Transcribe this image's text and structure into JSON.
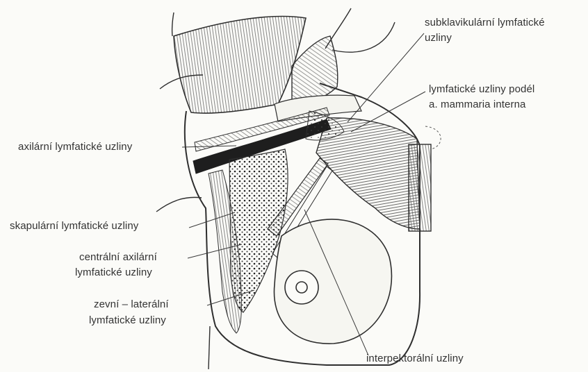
{
  "labels": {
    "subclavian_line1": "subklavikulární lymfatické",
    "subclavian_line2": "uzliny",
    "mammaria_line1": "lymfatické uzliny podél",
    "mammaria_line2": "a. mammaria interna",
    "axillary": "axilární lymfatické uzliny",
    "scapular": "skapulární lymfatické uzliny",
    "central_line1": "centrální axilární",
    "central_line2": "lymfatické uzliny",
    "external_line1": "zevní – laterální",
    "external_line2": "lymfatické uzliny",
    "interpectoral": "interpektorální uzliny"
  },
  "colors": {
    "ink": "#2e2e2e",
    "background": "#fbfbf8",
    "paper": "#f4f4ef"
  }
}
